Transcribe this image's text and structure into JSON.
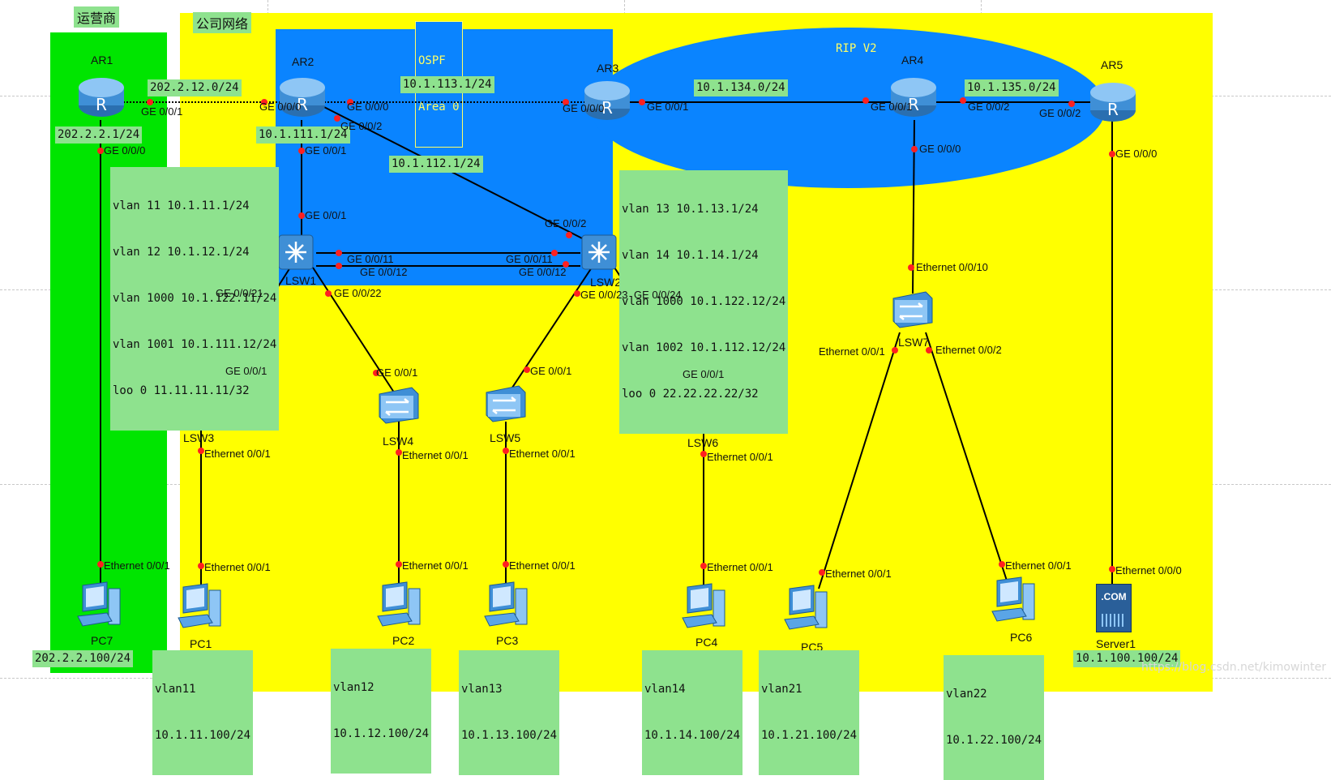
{
  "zones": {
    "isp": {
      "title": "运营商"
    },
    "company": {
      "title": "公司网络"
    },
    "ospf": {
      "title_line1": "OSPF",
      "title_line2": "Area 0"
    },
    "rip": {
      "title": "RIP V2"
    }
  },
  "colors": {
    "isp": "#00e500",
    "company": "#ffff00",
    "ospf": "#0a84ff",
    "rip": "#0a84ff",
    "label_box": "#8ee28e",
    "port_dot": "#ff2020"
  },
  "devices": {
    "ar1": "AR1",
    "ar2": "AR2",
    "ar3": "AR3",
    "ar4": "AR4",
    "ar5": "AR5",
    "lsw1": "LSW1",
    "lsw2": "LSW2",
    "lsw3": "LSW3",
    "lsw4": "LSW4",
    "lsw5": "LSW5",
    "lsw6": "LSW6",
    "lsw7": "LSW7",
    "pc1": "PC1",
    "pc2": "PC2",
    "pc3": "PC3",
    "pc4": "PC4",
    "pc5": "PC5",
    "pc6": "PC6",
    "pc7": "PC7",
    "server1": "Server1",
    "server_badge": ".COM"
  },
  "networks": {
    "ar1_ar2": "202.2.12.0/24",
    "ar2_ar3": "10.1.113.1/24",
    "ar3_ar4": "10.1.134.0/24",
    "ar4_ar5": "10.1.135.0/24",
    "ar2_lsw1": "10.1.111.1/24",
    "ar2_lsw2": "10.1.112.1/24",
    "ar1_addr": "202.2.2.1/24"
  },
  "lsw1_config": [
    "vlan 11 10.1.11.1/24",
    "vlan 12 10.1.12.1/24",
    "vlan 1000 10.1.122.11/24",
    "vlan 1001 10.1.111.12/24",
    "loo 0 11.11.11.11/32"
  ],
  "lsw2_config": [
    "vlan 13 10.1.13.1/24",
    "vlan 14 10.1.14.1/24",
    "vlan 1000 10.1.122.12/24",
    "vlan 1002 10.1.112.12/24",
    "loo 0 22.22.22.22/32"
  ],
  "pc_info": {
    "pc7": "202.2.2.100/24",
    "pc1_vlan": "vlan11",
    "pc1_ip": "10.1.11.100/24",
    "pc2_vlan": "vlan12",
    "pc2_ip": "10.1.12.100/24",
    "pc3_vlan": "vlan13",
    "pc3_ip": "10.1.13.100/24",
    "pc4_vlan": "vlan14",
    "pc4_ip": "10.1.14.100/24",
    "pc5_vlan": "vlan21",
    "pc5_ip": "10.1.21.100/24",
    "pc6_vlan": "vlan22",
    "pc6_ip": "10.1.22.100/24",
    "server1": "10.1.100.100/24"
  },
  "ports": {
    "ar1_g001": "GE 0/0/1",
    "ar1_g000": "GE 0/0/0",
    "ar2_g000_left": "GE 0/0/0",
    "ar2_g000": "GE 0/0/0",
    "ar2_g002": "GE 0/0/2",
    "ar2_g001": "GE 0/0/1",
    "ar3_g000": "GE 0/0/0",
    "ar3_g001": "GE 0/0/1",
    "ar4_g001": "GE 0/0/1",
    "ar4_g002": "GE 0/0/2",
    "ar4_g000": "GE 0/0/0",
    "ar5_g002": "GE 0/0/2",
    "ar5_g000": "GE 0/0/0",
    "lsw1_g001": "GE 0/0/1",
    "lsw1_g0011": "GE 0/0/11",
    "lsw1_g0012": "GE 0/0/12",
    "lsw1_g0021": "GE 0/0/21",
    "lsw1_g0022": "GE 0/0/22",
    "lsw2_g002": "GE 0/0/2",
    "lsw2_g0011": "GE 0/0/11",
    "lsw2_g0012": "GE 0/0/12",
    "lsw2_g0023": "GE 0/0/23",
    "lsw2_g0024": "GE 0/0/24",
    "lsw3_g001": "GE 0/0/1",
    "lsw4_g001": "GE 0/0/1",
    "lsw5_g001": "GE 0/0/1",
    "lsw6_g001": "GE 0/0/1",
    "lsw3_e001": "Ethernet 0/0/1",
    "lsw4_e001": "Ethernet 0/0/1",
    "lsw5_e001": "Ethernet 0/0/1",
    "lsw6_e001": "Ethernet 0/0/1",
    "lsw7_e0010": "Ethernet 0/0/10",
    "lsw7_e001": "Ethernet 0/0/1",
    "lsw7_e002": "Ethernet 0/0/2",
    "pc7_e001": "Ethernet 0/0/1",
    "pc1_e001": "Ethernet 0/0/1",
    "pc2_e001": "Ethernet 0/0/1",
    "pc3_e001": "Ethernet 0/0/1",
    "pc4_e001": "Ethernet 0/0/1",
    "pc5_e001": "Ethernet 0/0/1",
    "pc6_e001": "Ethernet 0/0/1",
    "server1_e000": "Ethernet 0/0/0"
  },
  "watermark": "https://blog.csdn.net/kimowinter"
}
